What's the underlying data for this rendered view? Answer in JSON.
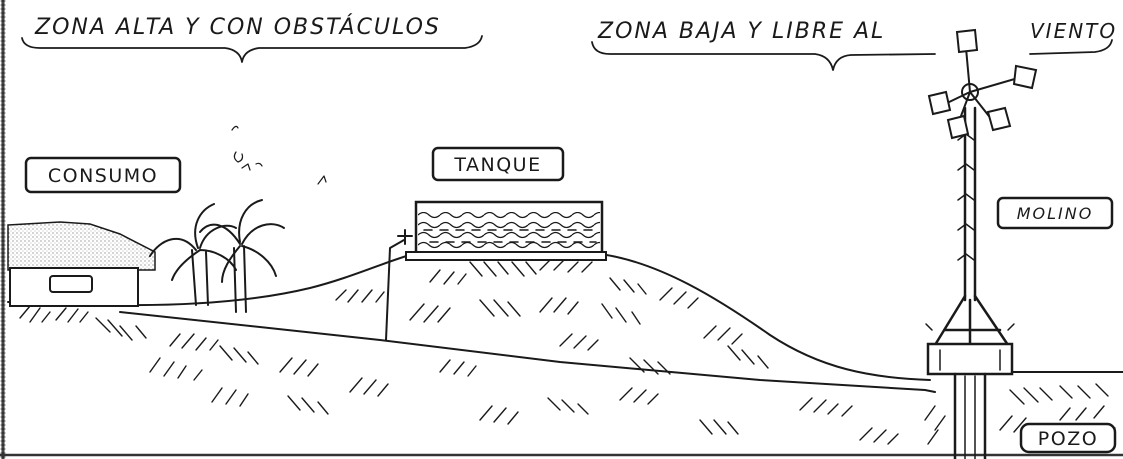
{
  "zones": {
    "high": "ZONA ALTA Y CON OBSTÁCULOS",
    "low_part1": "ZONA BAJA Y LIBRE AL",
    "low_part2": "VIENTO"
  },
  "labels": {
    "consumo": "CONSUMO",
    "tanque": "TANQUE",
    "molino": "MOLINO",
    "pozo": "POZO"
  },
  "colors": {
    "ink": "#1a1a1a",
    "water": "#1a1a1a",
    "paper": "#ffffff",
    "stipple": "#8a8a8a"
  }
}
